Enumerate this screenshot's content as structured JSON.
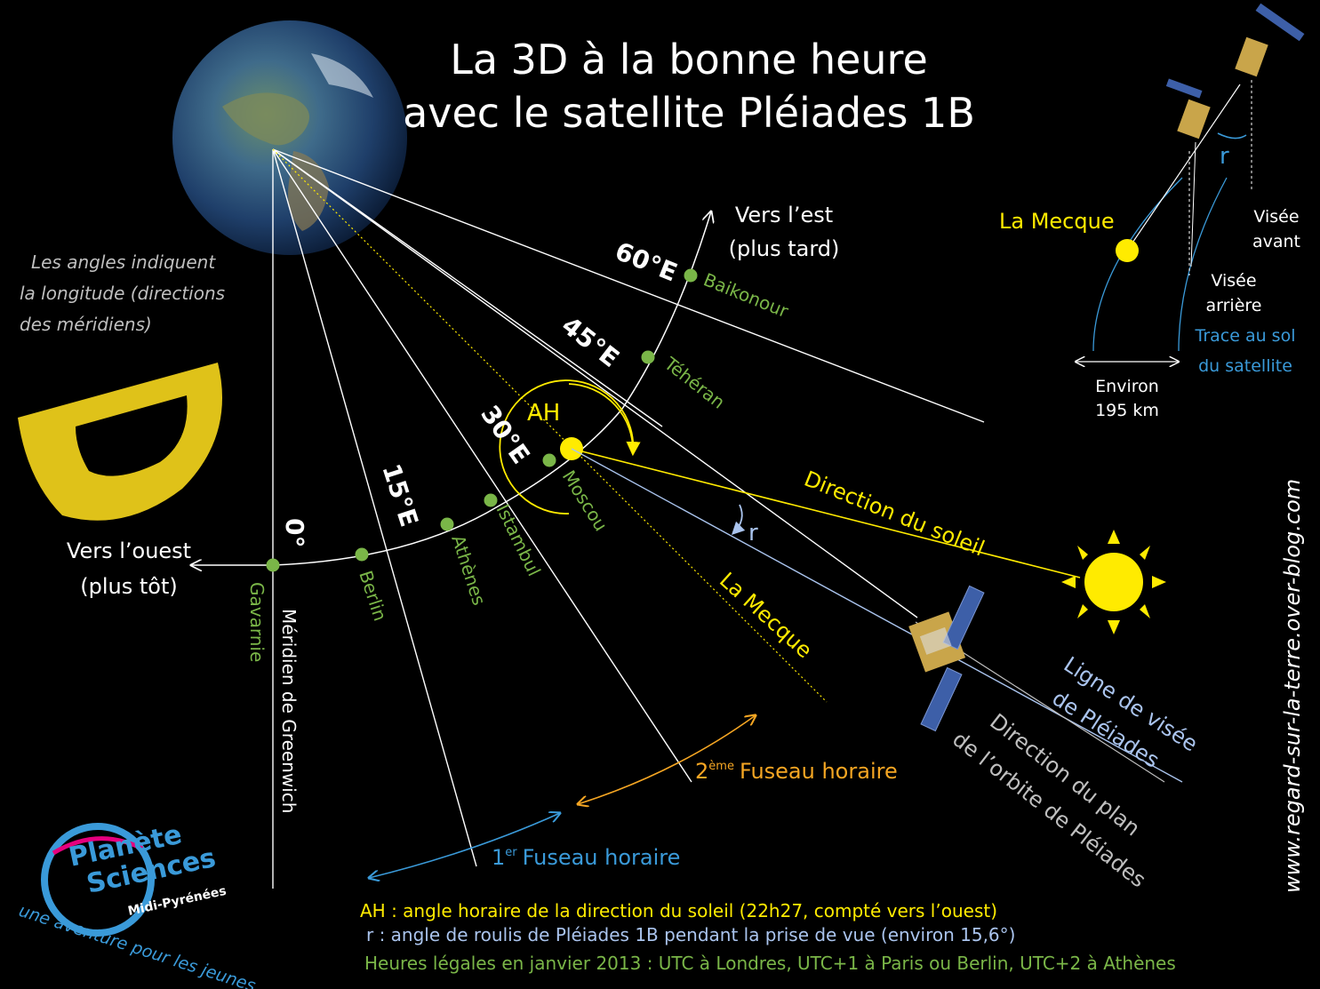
{
  "title": {
    "line1": "La 3D à la bonne heure",
    "line2": "avec le satellite Pléiades 1B"
  },
  "notes": {
    "angles": [
      "Les angles indiquent",
      "la longitude (directions",
      "des méridiens)"
    ]
  },
  "directions": {
    "east": [
      "Vers l’est",
      "(plus tard)"
    ],
    "west": [
      "Vers l’ouest",
      "(plus tôt)"
    ]
  },
  "longitudes": {
    "l0": "0°",
    "l15": "15°E",
    "l30": "30°E",
    "l45": "45°E",
    "l60": "60°E"
  },
  "cities": {
    "gavarnie": "Gavarnie",
    "berlin": "Berlin",
    "athenes": "Athènes",
    "istambul": "Istambul",
    "moscou": "Moscou",
    "teheran": "Téhéran",
    "baikonour": "Baikonour"
  },
  "labels": {
    "greenwich": "Méridien de Greenwich",
    "ah": "AH",
    "r": "r",
    "sun_direction": "Direction du soleil",
    "la_mecque": "La Mecque",
    "sight_line": [
      "Ligne de visée",
      "de Pléiades"
    ],
    "orbit_plane": [
      "Direction du plan",
      "de l’orbite de Pléiades"
    ],
    "tz1_sup": "er",
    "tz1_num": "1",
    "tz1_text": "Fuseau horaire",
    "tz2_num": "2",
    "tz2_sup": "ème",
    "tz2_text": "Fuseau horaire",
    "website": "www.regard-sur-la-terre.over-blog.com"
  },
  "inset": {
    "r": "r",
    "la_mecque": "La Mecque",
    "vise_avant": [
      "Visée",
      "avant"
    ],
    "vise_arriere": [
      "Visée",
      "arrière"
    ],
    "trace": [
      "Trace au sol",
      "du satellite"
    ],
    "environ": [
      "Environ",
      "195 km"
    ]
  },
  "footer": {
    "ah": "AH : angle horaire de la direction du soleil (22h27, compté vers l’ouest)",
    "r": "r : angle de roulis de Pléiades 1B pendant la prise de vue (environ 15,6°)",
    "times": "Heures légales en janvier 2013 : UTC à Londres, UTC+1 à Paris ou Berlin, UTC+2 à Athènes"
  },
  "logo": {
    "line1": "Planète",
    "line2": "Sciences",
    "region": "Midi-Pyrénées",
    "tagline": "une aventure pour les jeunes"
  },
  "colors": {
    "city_green": "#7ab648",
    "sun_yellow": "#ffeb00",
    "orange": "#f5a623",
    "blue_label": "#3a9ad9",
    "sight_blue": "#aac4ee",
    "gray_text": "#bfbfbf"
  }
}
